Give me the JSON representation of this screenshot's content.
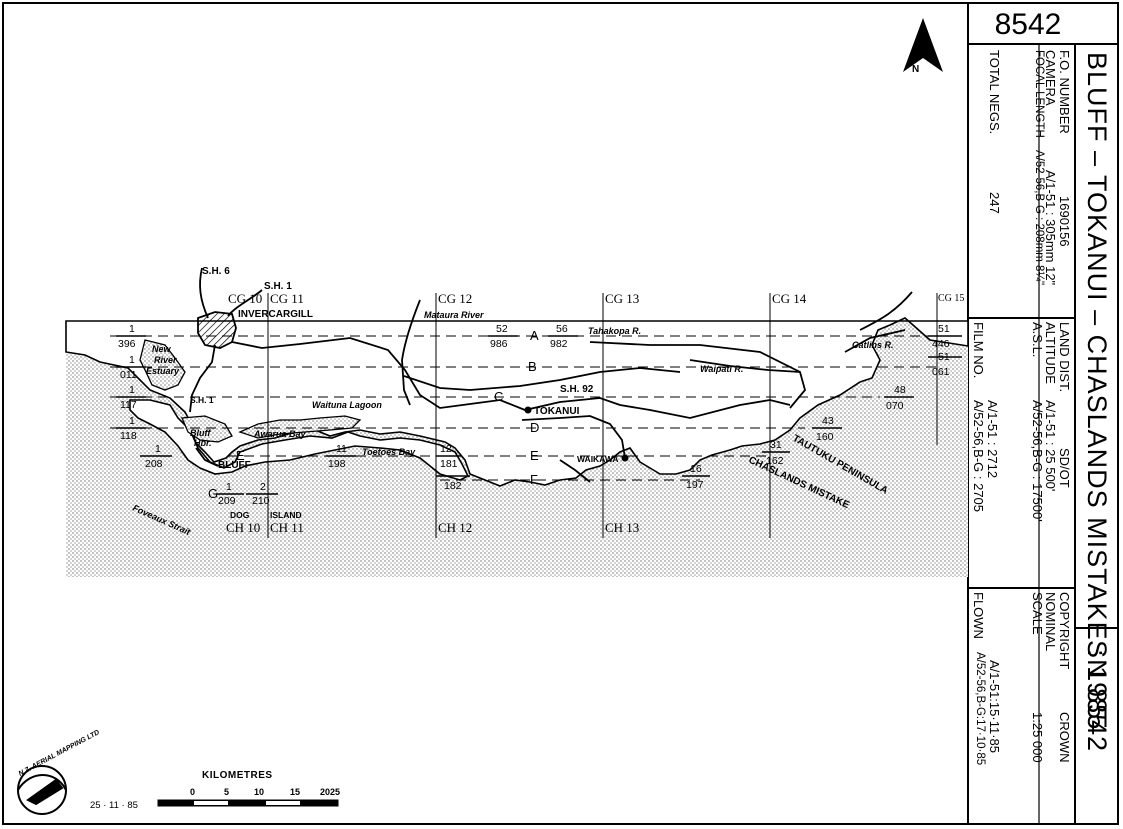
{
  "sheet": {
    "number": "8542",
    "title": "BLUFF – TOKANUI – CHASLANDS MISTAKE : 1985",
    "sn": "SN 8542"
  },
  "info": {
    "fo_label": "F.O. NUMBER",
    "fo_value": "1690156",
    "camera_label": "CAMERA",
    "camera_value": "A/1-51 : 305mm 12\"",
    "focal_label": "FOCAL LENGTH",
    "focal_value": "A/52-56,B-G : 208mm 8¼\"",
    "total_label": "TOTAL NEGS.",
    "total_value": "247",
    "land_label": "LAND DIST.",
    "land_value": "SD/OT",
    "altitude_label": "ALTITUDE",
    "altitude_value_1": "A/1-51 : 25 500'",
    "asl_label": "A.S.L.",
    "altitude_value_2": "A/52-56,B-G : 17500'",
    "film_label": "FILM NO.",
    "film_value_1": "A/1-51 : 2712",
    "film_value_2": "A/52-56,B-G : 2705",
    "copyright_label": "COPYRIGHT",
    "copyright_value": "CROWN",
    "nominal_label": "NOMINAL",
    "scale_label": "SCALE",
    "scale_value": "1:25 000",
    "flown_label": "FLOWN",
    "flown_value_1": "A/1-51:15·11·85",
    "flown_value_2": "A/52-56,B-G:17·10·85"
  },
  "north_label": "N",
  "scale_bar": {
    "title": "KILOMETRES",
    "ticks": [
      "0",
      "5",
      "10",
      "15",
      "20",
      "25"
    ],
    "date": "25 · 11 · 85"
  },
  "logo_text": "N.Z. AERIAL MAPPING LTD",
  "grid": {
    "cg": [
      "CG 10",
      "CG 11",
      "CG 12",
      "CG 13",
      "CG 14",
      "CG 15"
    ],
    "ch": [
      "CH 10",
      "CH 11",
      "CH 12",
      "CH 13"
    ]
  },
  "places": {
    "invercargill": "INVERCARGILL",
    "tokanui": "TOKANUI",
    "waikawa": "WAIKAWA",
    "bluff": "BLUFF",
    "dog_island_1": "DOG",
    "dog_island_2": "ISLAND",
    "tautuku": "TAUTUKU PENINSULA",
    "chaslands": "CHASLANDS MISTAKE",
    "sh6": "S.H. 6",
    "sh1_top": "S.H. 1",
    "sh1": "S.H. 1",
    "sh92": "S.H. 92",
    "mataura": "Mataura River",
    "tahakopa": "Tahakopa R.",
    "catlins": "Catlins R.",
    "waipati": "Waipati R.",
    "waituna": "Waituna Lagoon",
    "awarua": "Awarua Bay",
    "toetoes": "Toetoes Bay",
    "estuary_1": "New",
    "estuary_2": "River",
    "estuary_3": "Estuary",
    "bluff_hbr_1": "Bluff",
    "bluff_hbr_2": "Hbr.",
    "foveaux": "Foveaux Strait"
  },
  "runs": {
    "A": "A",
    "B": "B",
    "C": "C",
    "D": "D",
    "E": "E",
    "E2": "E",
    "F": "F",
    "G": "G"
  },
  "frames": [
    {
      "id": "f1a",
      "top": "1",
      "bottom": "396"
    },
    {
      "id": "f1b",
      "top": "1",
      "bottom": "011"
    },
    {
      "id": "f1c",
      "top": "1",
      "bottom": "117"
    },
    {
      "id": "f1d",
      "top": "1",
      "bottom": "118"
    },
    {
      "id": "f1e",
      "top": "1",
      "bottom": "208"
    },
    {
      "id": "f11",
      "top": "11",
      "bottom": "198"
    },
    {
      "id": "f12",
      "top": "12",
      "bottom": "181"
    },
    {
      "id": "f182",
      "top": "",
      "bottom": "182"
    },
    {
      "id": "f52",
      "top": "52",
      "bottom": "986"
    },
    {
      "id": "f56",
      "top": "56",
      "bottom": "982"
    },
    {
      "id": "f16",
      "top": "16",
      "bottom": "197"
    },
    {
      "id": "f31",
      "top": "31",
      "bottom": "162"
    },
    {
      "id": "f43",
      "top": "43",
      "bottom": "160"
    },
    {
      "id": "f48",
      "top": "48",
      "bottom": "070"
    },
    {
      "id": "f51a",
      "top": "51",
      "bottom": "446"
    },
    {
      "id": "f51b",
      "top": "51",
      "bottom": "061"
    },
    {
      "id": "fg1",
      "top": "1",
      "bottom": "209"
    },
    {
      "id": "fg2",
      "top": "2",
      "bottom": "210"
    }
  ]
}
